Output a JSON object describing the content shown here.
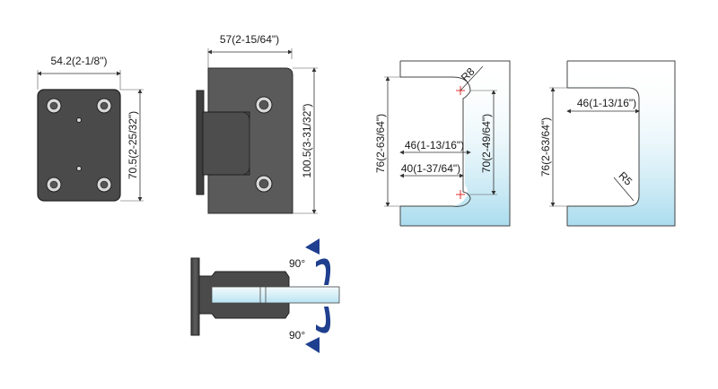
{
  "labels": {
    "plate_width": "54.2(2-1/8\")",
    "plate_height": "70.5(2-25/32\")",
    "body_width": "57(2-15/64\")",
    "body_height": "100.5(3-31/32\")",
    "angle_top": "90°",
    "angle_bottom": "90°",
    "radius_r8": "R8",
    "notch_height": "76(2-63/64\")",
    "notch_46": "46(1-13/16\")",
    "notch_40": "40(1-37/64\")",
    "notch_70": "70(2-49/64\")",
    "corner_height": "76(2-63/64\")",
    "corner_46": "46(1-13/16\")",
    "radius_r5": "R5"
  },
  "colors": {
    "metal_dark": "#4a4a4a",
    "glass_blue": "#b9e3f1",
    "arrow_blue": "#1f3f8f",
    "center_mark": "#e03030"
  },
  "icons": {
    "rotation_arrow_top": "curved-arrow-up-icon",
    "rotation_arrow_bottom": "curved-arrow-down-icon"
  }
}
